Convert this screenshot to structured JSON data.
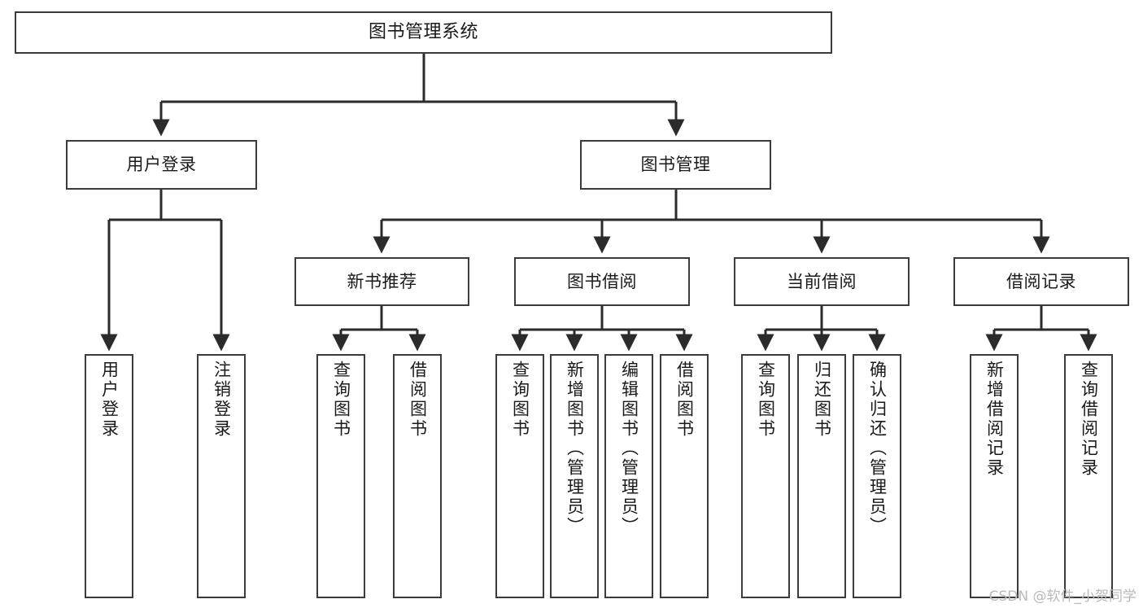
{
  "diagram": {
    "type": "tree",
    "title": "图书管理系统",
    "orientation": "top-down",
    "colors": {
      "box_border": "#3b3b3b",
      "box_fill": "#ffffff",
      "connector": "#2b2b2b",
      "text": "#1a1a1a",
      "watermark": "#b9b9b9",
      "background": "#ffffff"
    }
  },
  "root": {
    "label": "图书管理系统"
  },
  "level2": [
    {
      "label": "用户登录"
    },
    {
      "label": "图书管理"
    }
  ],
  "level3": [
    {
      "label": "新书推荐"
    },
    {
      "label": "图书借阅"
    },
    {
      "label": "当前借阅"
    },
    {
      "label": "借阅记录"
    }
  ],
  "leaves": {
    "user_login": [
      {
        "label": "用户登录"
      },
      {
        "label": "注销登录"
      }
    ],
    "new_book": [
      {
        "label": "查询图书"
      },
      {
        "label": "借阅图书"
      }
    ],
    "book_borrow": [
      {
        "label": "查询图书"
      },
      {
        "label": "新增图书（管理员）"
      },
      {
        "label": "编辑图书（管理员）"
      },
      {
        "label": "借阅图书"
      }
    ],
    "current_borrow": [
      {
        "label": "查询图书"
      },
      {
        "label": "归还图书"
      },
      {
        "label": "确认归还（管理员）"
      }
    ],
    "borrow_record": [
      {
        "label": "新增借阅记录"
      },
      {
        "label": "查询借阅记录"
      }
    ]
  },
  "watermark": {
    "text": "CSDN @软件_小贺同学"
  }
}
